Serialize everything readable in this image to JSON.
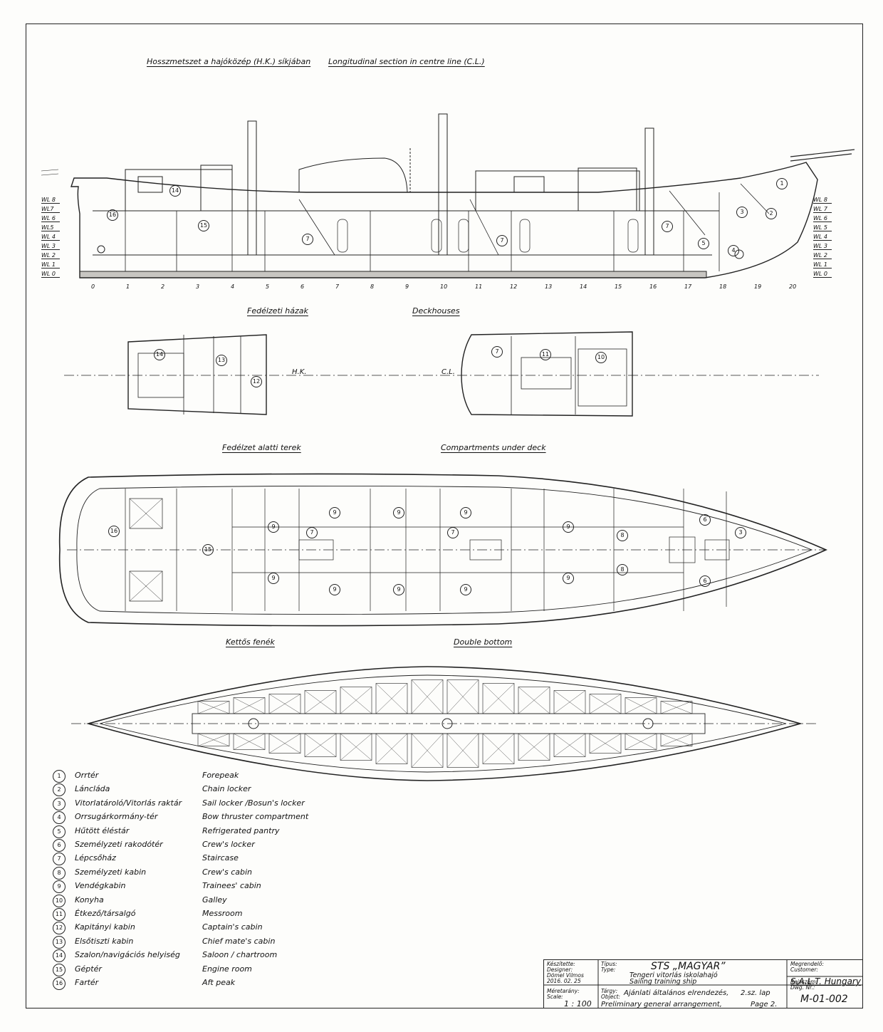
{
  "titles": {
    "long_hu": "Hosszmetszet a hajóközép (H.K.) síkjában",
    "long_en": "Longitudinal section in centre line (C.L.)",
    "deck_hu": "Fedélzeti házak",
    "deck_en": "Deckhouses",
    "under_hu": "Fedélzet alatti terek",
    "under_en": "Compartments under deck",
    "db_hu": "Kettős fenék",
    "db_en": "Double bottom"
  },
  "hk_label": "H.K.",
  "cl_label": "C.L.",
  "waterlines": [
    "WL 8",
    "WL7",
    "WL 6",
    "WL5",
    "WL 4",
    "WL 3",
    "WL 2",
    "WL 1",
    "WL 0"
  ],
  "waterlines_right": [
    "WL 8",
    "WL 7",
    "WL 6",
    "WL 5",
    "WL 4",
    "WL 3",
    "WL 2",
    "WL 1",
    "WL 0"
  ],
  "frames": [
    "0",
    "1",
    "2",
    "3",
    "4",
    "5",
    "6",
    "7",
    "8",
    "9",
    "10",
    "11",
    "12",
    "13",
    "14",
    "15",
    "16",
    "17",
    "18",
    "19",
    "20"
  ],
  "legend": [
    {
      "num": "1",
      "hu": "Orrtér",
      "en": "Forepeak"
    },
    {
      "num": "2",
      "hu": "Láncláda",
      "en": "Chain locker"
    },
    {
      "num": "3",
      "hu": "Vitorlatároló/Vitorlás raktár",
      "en": "Sail locker /Bosun's locker"
    },
    {
      "num": "4",
      "hu": "Orrsugárkormány-tér",
      "en": "Bow thruster compartment"
    },
    {
      "num": "5",
      "hu": "Hűtött éléstár",
      "en": "Refrigerated pantry"
    },
    {
      "num": "6",
      "hu": "Személyzeti rakodótér",
      "en": "Crew's locker"
    },
    {
      "num": "7",
      "hu": "Lépcsőház",
      "en": "Staircase"
    },
    {
      "num": "8",
      "hu": "Személyzeti kabin",
      "en": "Crew's cabin"
    },
    {
      "num": "9",
      "hu": "Vendégkabin",
      "en": "Trainees' cabin"
    },
    {
      "num": "10",
      "hu": "Konyha",
      "en": "Galley"
    },
    {
      "num": "11",
      "hu": "Étkező/társalgó",
      "en": "Messroom"
    },
    {
      "num": "12",
      "hu": "Kapitányi kabin",
      "en": "Captain's cabin"
    },
    {
      "num": "13",
      "hu": "Elsőtiszti kabin",
      "en": "Chief mate's cabin"
    },
    {
      "num": "14",
      "hu": "Szalon/navigációs helyiség",
      "en": "Saloon / chartroom"
    },
    {
      "num": "15",
      "hu": "Géptér",
      "en": "Engine room"
    },
    {
      "num": "16",
      "hu": "Fartér",
      "en": "Aft peak"
    }
  ],
  "title_block": {
    "made_by": "Készítette:",
    "designer": "Designer:",
    "designer_name": "Dömel Vilmos",
    "date": "2016. 02. 25",
    "type_hu": "Típus:",
    "type_en": "Type:",
    "ship_name": "STS „MAGYAR”",
    "ship_type_hu": "Tengeri vitorlás iskolahajó",
    "ship_type_en": "Sailing training ship",
    "customer_hu": "Megrendelő:",
    "customer_en": "Customer:",
    "customer_name": "S.A.L.T. Hungary",
    "scale_hu": "Méretarány:",
    "scale_en": "Scale:",
    "scale": "1 : 100",
    "object_hu": "Tárgy:",
    "object_en": "Object:",
    "object_line1": "Ajánlati általános elrendezés,",
    "object_page_hu": "2.sz. lap",
    "object_line2": "Preliminary general arrangement,",
    "object_page_en": "Page 2.",
    "dwg_hu": "Rajzszám:",
    "dwg_en": "Dwg. Nr.:",
    "dwg_nr": "M-01-002"
  },
  "side_labels": {
    "c16": "16",
    "c15": "15",
    "c14": "14",
    "c7a": "7",
    "c7b": "7",
    "c7c": "7",
    "c5": "5",
    "c4": "4",
    "c3": "3",
    "c2": "2",
    "c1": "1"
  },
  "deckhouse_labels": {
    "a14": "14",
    "a13": "13",
    "a12": "12",
    "f7": "7",
    "f11": "11",
    "f10": "10"
  },
  "plan_labels": [
    "16",
    "15",
    "7",
    "9",
    "9",
    "7",
    "9",
    "9",
    "9",
    "9",
    "8",
    "8",
    "6",
    "6",
    "3",
    "9",
    "9",
    "9",
    "9"
  ]
}
